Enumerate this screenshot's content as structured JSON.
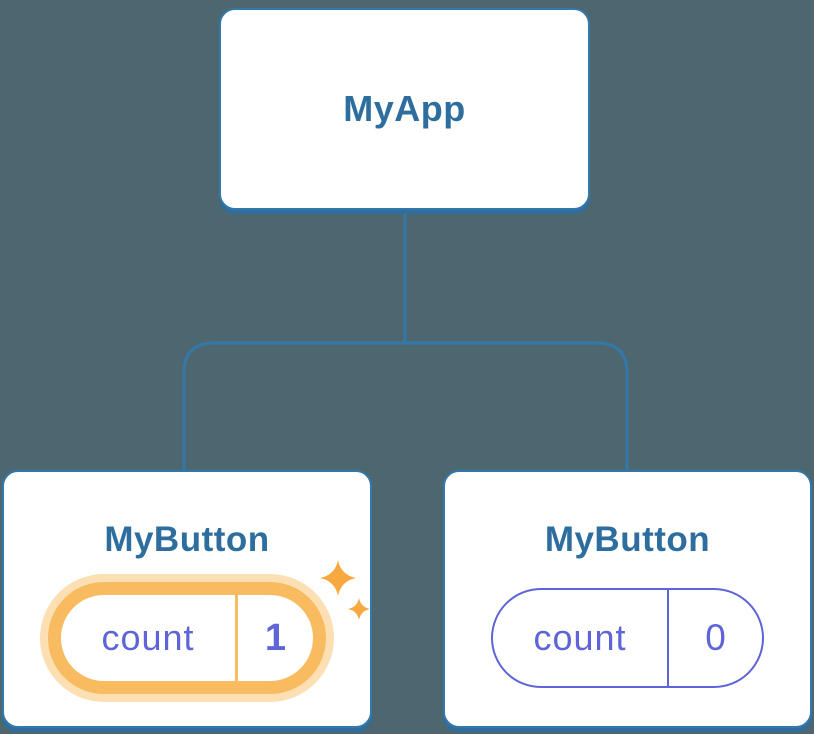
{
  "diagram": {
    "type": "component-tree",
    "background_color": "#4d6771",
    "connector_color": "#3478a9",
    "node_border_color": "#3478a9",
    "node_title_color": "#2e6e9e",
    "state_purple": "#5f64d8",
    "highlight_orange": "#f8bb60",
    "highlight_glow": "#fcdfb3",
    "sparkle_color": "#f7a83f",
    "root": {
      "label": "MyApp"
    },
    "children": [
      {
        "label": "MyButton",
        "highlighted": true,
        "pill": {
          "key": "count",
          "value": "1"
        }
      },
      {
        "label": "MyButton",
        "highlighted": false,
        "pill": {
          "key": "count",
          "value": "0"
        }
      }
    ]
  }
}
